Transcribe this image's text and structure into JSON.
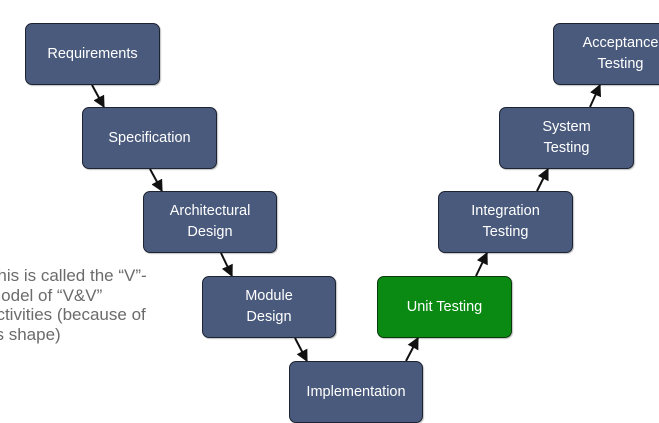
{
  "diagram": {
    "nodes": [
      {
        "id": "requirements",
        "label": "Requirements"
      },
      {
        "id": "specification",
        "label": "Specification"
      },
      {
        "id": "architectural-design",
        "label": "Architectural\nDesign"
      },
      {
        "id": "module-design",
        "label": "Module\nDesign"
      },
      {
        "id": "implementation",
        "label": "Implementation"
      },
      {
        "id": "unit-testing",
        "label": "Unit Testing"
      },
      {
        "id": "integration-testing",
        "label": "Integration\nTesting"
      },
      {
        "id": "system-testing",
        "label": "System\nTesting"
      },
      {
        "id": "acceptance-testing",
        "label": "Acceptance\nTesting"
      }
    ],
    "edges": [
      {
        "from": "requirements",
        "to": "specification"
      },
      {
        "from": "specification",
        "to": "architectural-design"
      },
      {
        "from": "architectural-design",
        "to": "module-design"
      },
      {
        "from": "module-design",
        "to": "implementation"
      },
      {
        "from": "implementation",
        "to": "unit-testing"
      },
      {
        "from": "unit-testing",
        "to": "integration-testing"
      },
      {
        "from": "integration-testing",
        "to": "system-testing"
      },
      {
        "from": "system-testing",
        "to": "acceptance-testing"
      }
    ],
    "highlighted": "unit-testing",
    "colors": {
      "node_fill": "#4a5a7c",
      "highlight_fill": "#0a8a12",
      "arrow": "#111111"
    }
  },
  "caption": "This is called the “V”-\nmodel of “V&V”\nactivities (because of\nits shape)"
}
